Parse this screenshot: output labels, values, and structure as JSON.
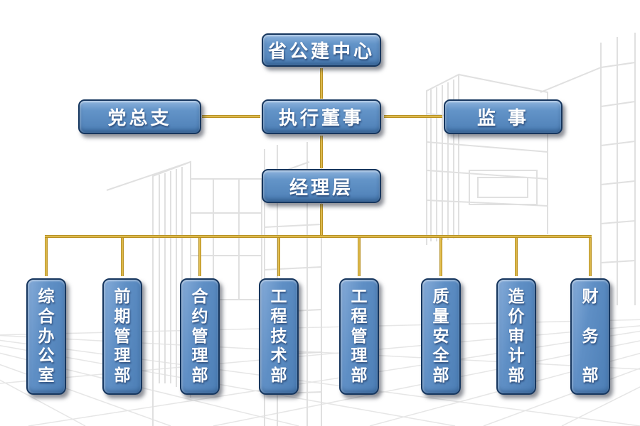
{
  "chart": {
    "type": "org-chart",
    "root": {
      "label": "省公建中心"
    },
    "row2": {
      "party_branch": {
        "label": "党总支"
      },
      "executive_director": {
        "label": "执行董事"
      },
      "supervisor": {
        "label": "监 事"
      }
    },
    "management": {
      "label": "经理层"
    },
    "departments": [
      "综合办公室",
      "前期管理部",
      "合约管理部",
      "工程技术部",
      "工程管理部",
      "质量安全部",
      "造价审计部",
      "财务部"
    ]
  },
  "colors": {
    "box_fill": "#5586be",
    "box_fill_highlight": "#8db3dd",
    "box_border": "#16365e",
    "box_text": "#ffffff",
    "connector_gold": "#e8c24a",
    "connector_gold_dark": "#9c770f",
    "background": "#ffffff",
    "sketch_line": "#e2e2e2"
  }
}
